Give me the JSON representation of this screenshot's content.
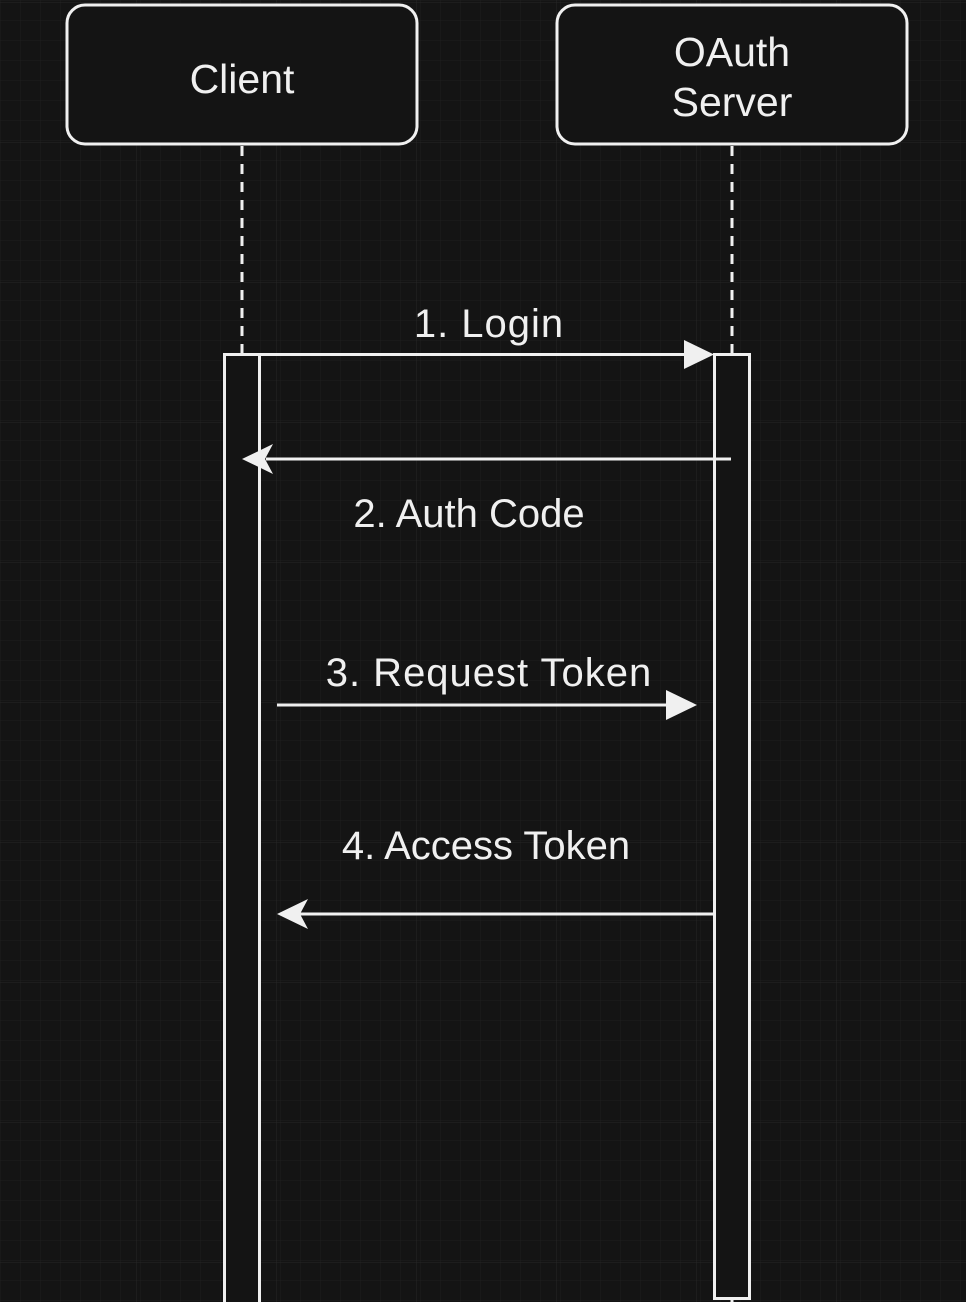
{
  "colors": {
    "background": "#141414",
    "grid": "#262626",
    "stroke": "#f0f0f0",
    "text": "#f0f0f0"
  },
  "participants": [
    {
      "id": "client",
      "lines": [
        "Client"
      ]
    },
    {
      "id": "oauth-server",
      "lines": [
        "OAuth",
        "Server"
      ]
    }
  ],
  "messages": [
    {
      "label": "1. Login",
      "from": "client",
      "to": "oauth-server"
    },
    {
      "label": "2. Auth Code",
      "from": "oauth-server",
      "to": "client"
    },
    {
      "label": "3. Request Token",
      "from": "client",
      "to": "oauth-server"
    },
    {
      "label": "4. Access Token",
      "from": "oauth-server",
      "to": "client"
    }
  ]
}
